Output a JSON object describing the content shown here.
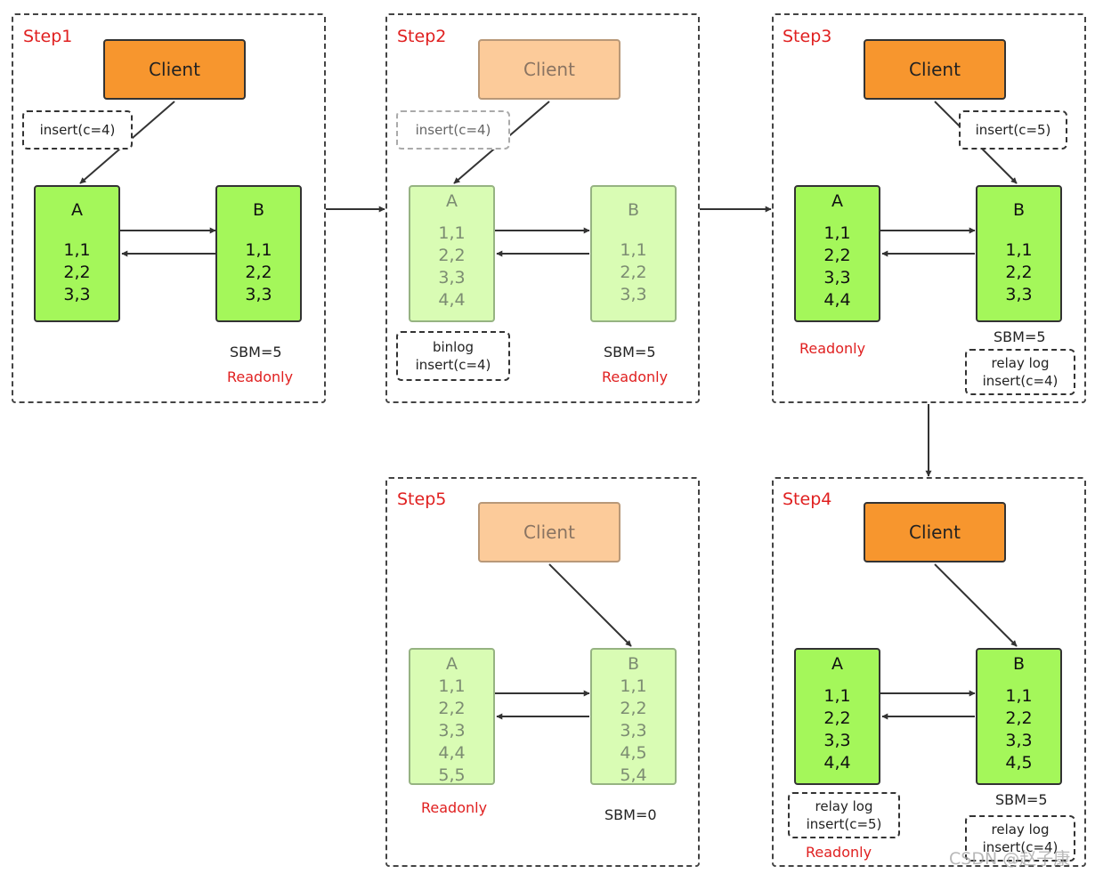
{
  "steps": [
    {
      "label": "Step1",
      "client_state": "active",
      "nodes": {
        "a": {
          "name": "A",
          "rows": [
            "1,1",
            "2,2",
            "3,3"
          ],
          "state": "active"
        },
        "b": {
          "name": "B",
          "rows": [
            "1,1",
            "2,2",
            "3,3"
          ],
          "state": "active"
        }
      },
      "notes": [
        {
          "lines": [
            "insert(c=4)"
          ]
        }
      ],
      "sbm": "SBM=5",
      "readonly": "Readonly"
    },
    {
      "label": "Step2",
      "client_state": "faded",
      "nodes": {
        "a": {
          "name": "A",
          "rows": [
            "1,1",
            "2,2",
            "3,3",
            "4,4"
          ],
          "state": "faded"
        },
        "b": {
          "name": "B",
          "rows": [
            "1,1",
            "2,2",
            "3,3"
          ],
          "state": "faded"
        }
      },
      "notes": [
        {
          "lines": [
            "insert(c=4)"
          ],
          "state": "faded"
        },
        {
          "lines": [
            "binlog",
            "insert(c=4)"
          ]
        }
      ],
      "sbm": "SBM=5",
      "readonly": "Readonly"
    },
    {
      "label": "Step3",
      "client_state": "active",
      "nodes": {
        "a": {
          "name": "A",
          "rows": [
            "1,1",
            "2,2",
            "3,3",
            "4,4"
          ],
          "state": "active"
        },
        "b": {
          "name": "B",
          "rows": [
            "1,1",
            "2,2",
            "3,3"
          ],
          "state": "active"
        }
      },
      "notes": [
        {
          "lines": [
            "insert(c=5)"
          ]
        },
        {
          "lines": [
            "relay log",
            "insert(c=4)"
          ]
        }
      ],
      "sbm": "SBM=5",
      "readonly": "Readonly"
    },
    {
      "label": "Step4",
      "client_state": "active",
      "nodes": {
        "a": {
          "name": "A",
          "rows": [
            "1,1",
            "2,2",
            "3,3",
            "4,4"
          ],
          "state": "active"
        },
        "b": {
          "name": "B",
          "rows": [
            "1,1",
            "2,2",
            "3,3",
            "4,5"
          ],
          "state": "active"
        }
      },
      "notes": [
        {
          "lines": [
            "relay log",
            "insert(c=5)"
          ]
        },
        {
          "lines": [
            "relay log",
            "insert(c=4)"
          ]
        }
      ],
      "sbm": "SBM=5",
      "readonly": "Readonly"
    },
    {
      "label": "Step5",
      "client_state": "faded",
      "nodes": {
        "a": {
          "name": "A",
          "rows": [
            "1,1",
            "2,2",
            "3,3",
            "4,4",
            "5,5"
          ],
          "state": "faded"
        },
        "b": {
          "name": "B",
          "rows": [
            "1,1",
            "2,2",
            "3,3",
            "4,5",
            "5,4"
          ],
          "state": "faded"
        }
      },
      "notes": [],
      "sbm": "SBM=0",
      "readonly": "Readonly"
    }
  ],
  "client_label": "Client",
  "watermark": "CSDN @赵子康"
}
